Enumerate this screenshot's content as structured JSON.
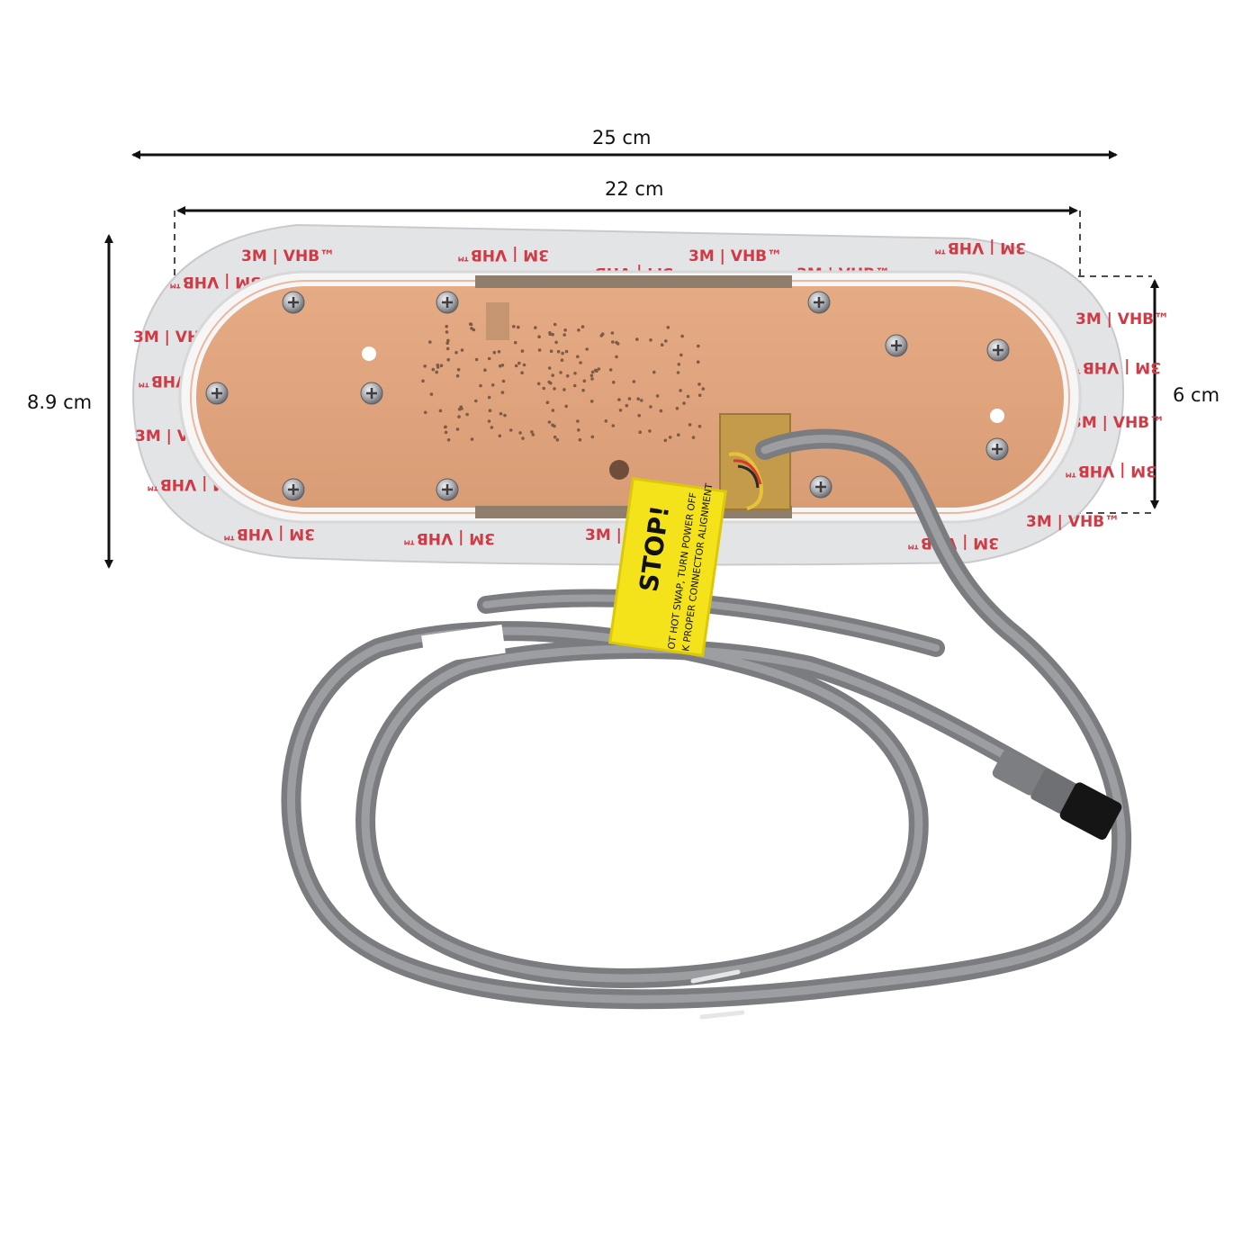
{
  "dimensions": {
    "overall_width": "25 cm",
    "board_width": "22 cm",
    "overall_height": "8.9 cm",
    "board_height": "6 cm"
  },
  "adhesive_brand": {
    "brand": "3M",
    "product": "VHB™"
  },
  "warning_label": {
    "title": "STOP!",
    "line1": "OT HOT SWAP, TURN POWER OFF",
    "line2": "K PROPER CONNECTOR ALIGNMENT",
    "color": "#f4e21a"
  },
  "colors": {
    "pcb": "#e0a47e",
    "adhesive_pad": "#e2e3e5",
    "brand_red": "#d23a44",
    "cable": "#8b8c8f",
    "connector": "#151515"
  }
}
